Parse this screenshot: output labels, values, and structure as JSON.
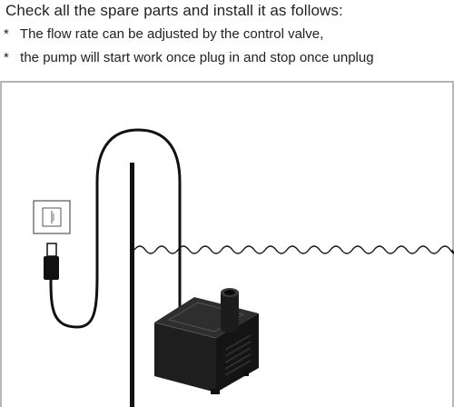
{
  "instructions": {
    "heading": "Check all the spare parts and install it as follows:",
    "notes": [
      {
        "bullet": "*",
        "text": "The flow rate can be adjusted by the control valve,"
      },
      {
        "bullet": "*",
        "text": "the pump will start work once plug in and stop once unplug"
      }
    ]
  },
  "illustration": {
    "icons": [
      "wall-socket-icon",
      "usb-plug-icon",
      "power-cable-icon",
      "water-surface-icon",
      "submersible-pump-icon"
    ],
    "colors": {
      "line": "#111111",
      "pump_body": "#1e1e1e",
      "pump_highlight": "#3a3a3a",
      "frame": "#888888"
    }
  }
}
